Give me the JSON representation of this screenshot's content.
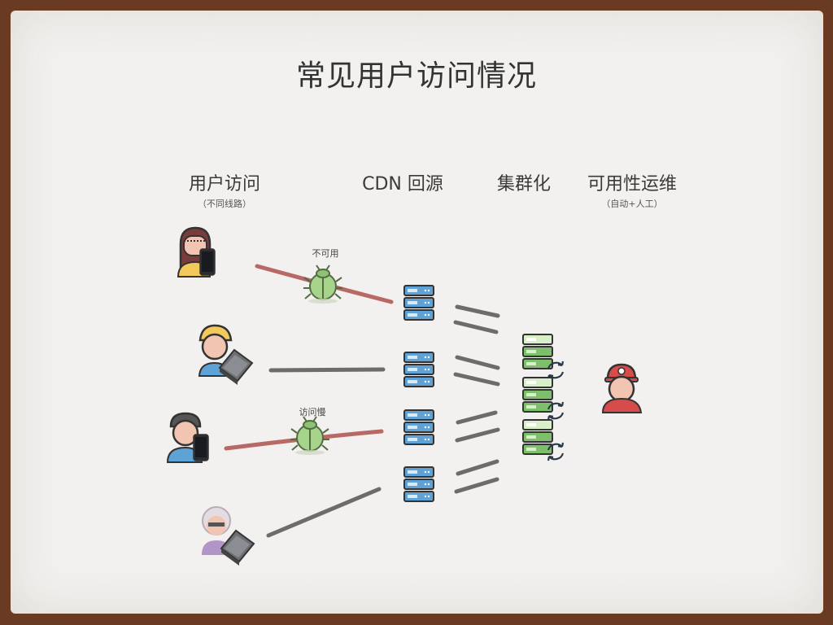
{
  "title": "常见用户访问情况",
  "columns": [
    {
      "heading": "用户访问",
      "sub": "（不同线路）"
    },
    {
      "heading": "CDN 回源",
      "sub": ""
    },
    {
      "heading": "集群化",
      "sub": ""
    },
    {
      "heading": "可用性运维",
      "sub": "（自动+人工）"
    }
  ],
  "issues": {
    "unavailable": "不可用",
    "slow": "访问慢"
  },
  "colors": {
    "bad_link": "#b05a55",
    "ok_link": "#555555",
    "server_blue": "#5fa3d6",
    "server_green": "#7dbf6b",
    "bug_green": "#a6d48a",
    "ops_red": "#d84b4b"
  },
  "icons": {
    "users": [
      "woman-with-phone-icon",
      "man-with-laptop-icon",
      "man-with-phone-icon",
      "elder-with-laptop-icon"
    ],
    "cdn": "server-rack-icon",
    "cluster": "green-server-rack-icon",
    "sync": "refresh-icon",
    "issue": "bug-icon",
    "ops": "engineer-icon"
  }
}
